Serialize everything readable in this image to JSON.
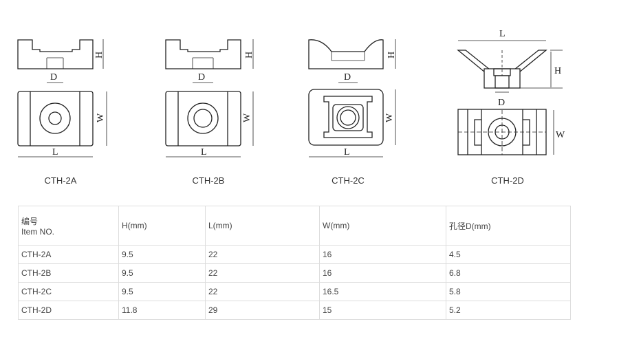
{
  "drawings": [
    {
      "caption": "CTH-2A",
      "dims": {
        "H": "H",
        "D": "D",
        "W": "W",
        "L": "L"
      }
    },
    {
      "caption": "CTH-2B",
      "dims": {
        "H": "H",
        "D": "D",
        "W": "W",
        "L": "L"
      }
    },
    {
      "caption": "CTH-2C",
      "dims": {
        "H": "H",
        "D": "D",
        "W": "W",
        "L": "L"
      }
    },
    {
      "caption": "CTH-2D",
      "dims": {
        "H": "H",
        "D": "D",
        "W": "W",
        "L": "L"
      }
    }
  ],
  "table": {
    "header": {
      "item_cn": "编号",
      "item_en": "Item NO.",
      "h": "H(mm)",
      "l": "L(mm)",
      "w": "W(mm)",
      "d": "孔径D(mm)"
    },
    "rows": [
      [
        "CTH-2A",
        "9.5",
        "22",
        "16",
        "4.5"
      ],
      [
        "CTH-2B",
        "9.5",
        "22",
        "16",
        "6.8"
      ],
      [
        "CTH-2C",
        "9.5",
        "22",
        "16.5",
        "5.8"
      ],
      [
        "CTH-2D",
        "11.8",
        "29",
        "15",
        "5.2"
      ]
    ]
  }
}
